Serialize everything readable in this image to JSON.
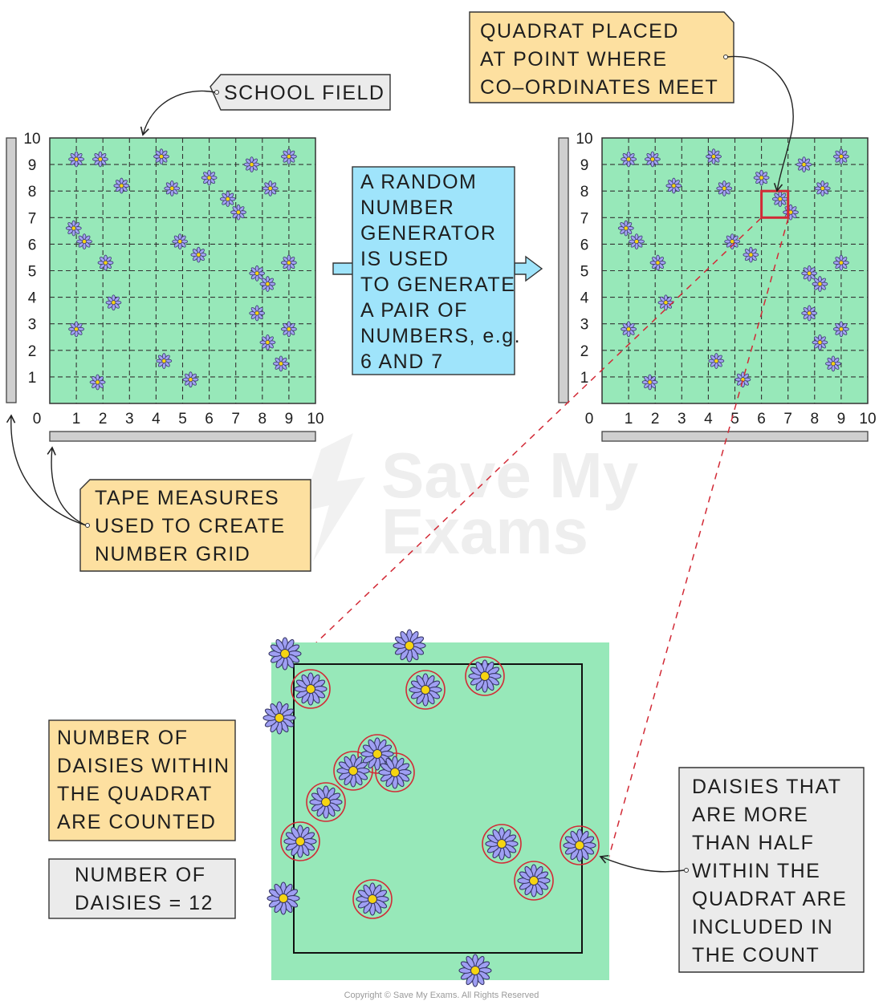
{
  "colors": {
    "field": "#97e8b9",
    "label_orange": "#fde0a0",
    "label_blue": "#9fe4fb",
    "label_grey": "#ebebeb",
    "tape": "#cfcfcf",
    "petal": "#9f9ff3",
    "centre": "#f6d411",
    "quadrat": "#d22a36"
  },
  "labels": {
    "school_field": "SCHOOL FIELD",
    "quadrat_placed": [
      "QUADRAT PLACED",
      "AT POINT WHERE",
      "CO–ORDINATES MEET"
    ],
    "random_generator": [
      "A RANDOM",
      "NUMBER",
      "GENERATOR",
      "IS USED",
      "TO GENERATE",
      "A PAIR OF",
      "NUMBERS, e.g.",
      "6 AND 7"
    ],
    "tape_measures": [
      "TAPE MEASURES",
      "USED TO CREATE",
      "NUMBER GRID"
    ],
    "daisies_counted": [
      "NUMBER OF",
      "DAISIES WITHIN",
      "THE QUADRAT",
      "ARE COUNTED"
    ],
    "daisy_total": [
      "NUMBER OF",
      "DAISIES = 12"
    ],
    "more_than_half": [
      "DAISIES THAT",
      "ARE MORE",
      "THAN HALF",
      "WITHIN THE",
      "QUADRAT ARE",
      "INCLUDED IN",
      "THE COUNT"
    ]
  },
  "grid": {
    "x_ticks": [
      "0",
      "1",
      "2",
      "3",
      "4",
      "5",
      "6",
      "7",
      "8",
      "9",
      "10"
    ],
    "y_ticks": [
      "1",
      "2",
      "3",
      "4",
      "5",
      "6",
      "7",
      "8",
      "9",
      "10"
    ],
    "quadrat_coords": [
      6,
      7
    ]
  },
  "daisy_count": 12,
  "watermark": [
    "Save My",
    "Exams"
  ],
  "copyright": "Copyright © Save My Exams. All Rights Reserved"
}
